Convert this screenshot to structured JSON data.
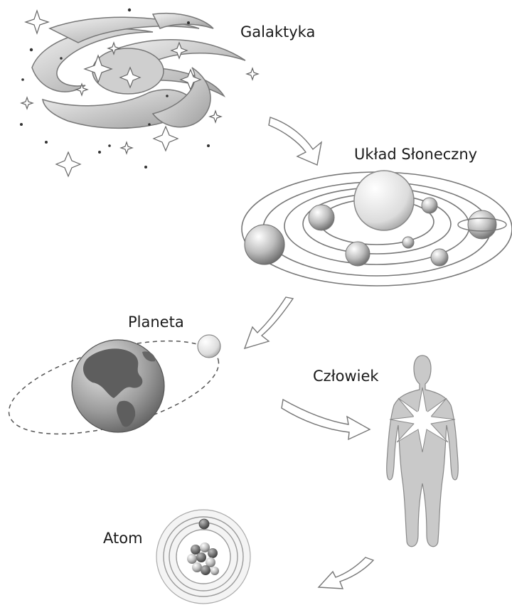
{
  "labels": {
    "galaxy": "Galaktyka",
    "solar_system": "Układ Słoneczny",
    "planet": "Planeta",
    "human": "Człowiek",
    "atom": "Atom"
  },
  "colors": {
    "ink": "#1a1a1a",
    "outline": "#666666",
    "fill_light": "#e6e6e6",
    "fill_mid": "#b3b3b3",
    "fill_dark": "#6d6d6d"
  },
  "icons": [
    "galaxy-icon",
    "solar-system-icon",
    "earth-icon",
    "moon-icon",
    "human-figure-icon",
    "atom-icon",
    "arrow-icon"
  ]
}
